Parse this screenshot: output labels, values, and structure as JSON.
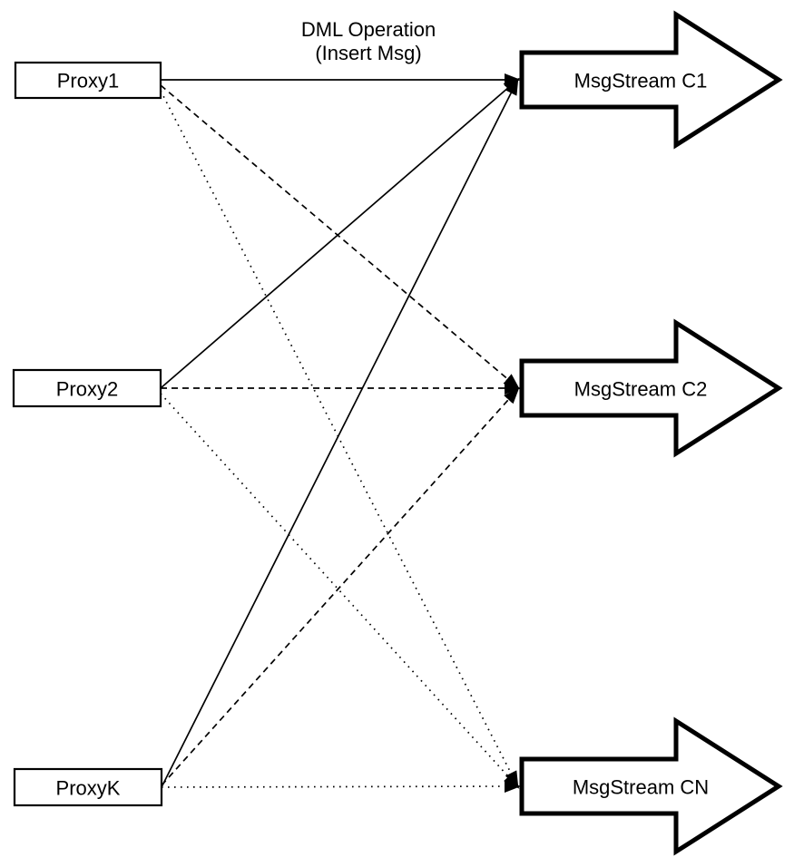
{
  "diagram": {
    "type": "flow-diagram",
    "title": {
      "line1": "DML Operation",
      "line2": "(Insert Msg)"
    },
    "proxies": [
      {
        "id": "proxy1",
        "label": "Proxy1"
      },
      {
        "id": "proxy2",
        "label": "Proxy2"
      },
      {
        "id": "proxyk",
        "label": "ProxyK"
      }
    ],
    "streams": [
      {
        "id": "msgstream-c1",
        "label": "MsgStream C1"
      },
      {
        "id": "msgstream-c2",
        "label": "MsgStream C2"
      },
      {
        "id": "msgstream-cn",
        "label": "MsgStream CN"
      }
    ],
    "edges": [
      {
        "from": "Proxy1",
        "to": "MsgStream C1",
        "style": "solid"
      },
      {
        "from": "Proxy2",
        "to": "MsgStream C1",
        "style": "solid"
      },
      {
        "from": "ProxyK",
        "to": "MsgStream C1",
        "style": "solid"
      },
      {
        "from": "Proxy1",
        "to": "MsgStream C2",
        "style": "dashed"
      },
      {
        "from": "Proxy2",
        "to": "MsgStream C2",
        "style": "dashed"
      },
      {
        "from": "ProxyK",
        "to": "MsgStream C2",
        "style": "dashed"
      },
      {
        "from": "Proxy1",
        "to": "MsgStream CN",
        "style": "dotted"
      },
      {
        "from": "Proxy2",
        "to": "MsgStream CN",
        "style": "dotted"
      },
      {
        "from": "ProxyK",
        "to": "MsgStream CN",
        "style": "dotted"
      }
    ],
    "colors": {
      "line": "#000000",
      "node_fill": "#ffffff",
      "background": "#ffffff"
    }
  }
}
